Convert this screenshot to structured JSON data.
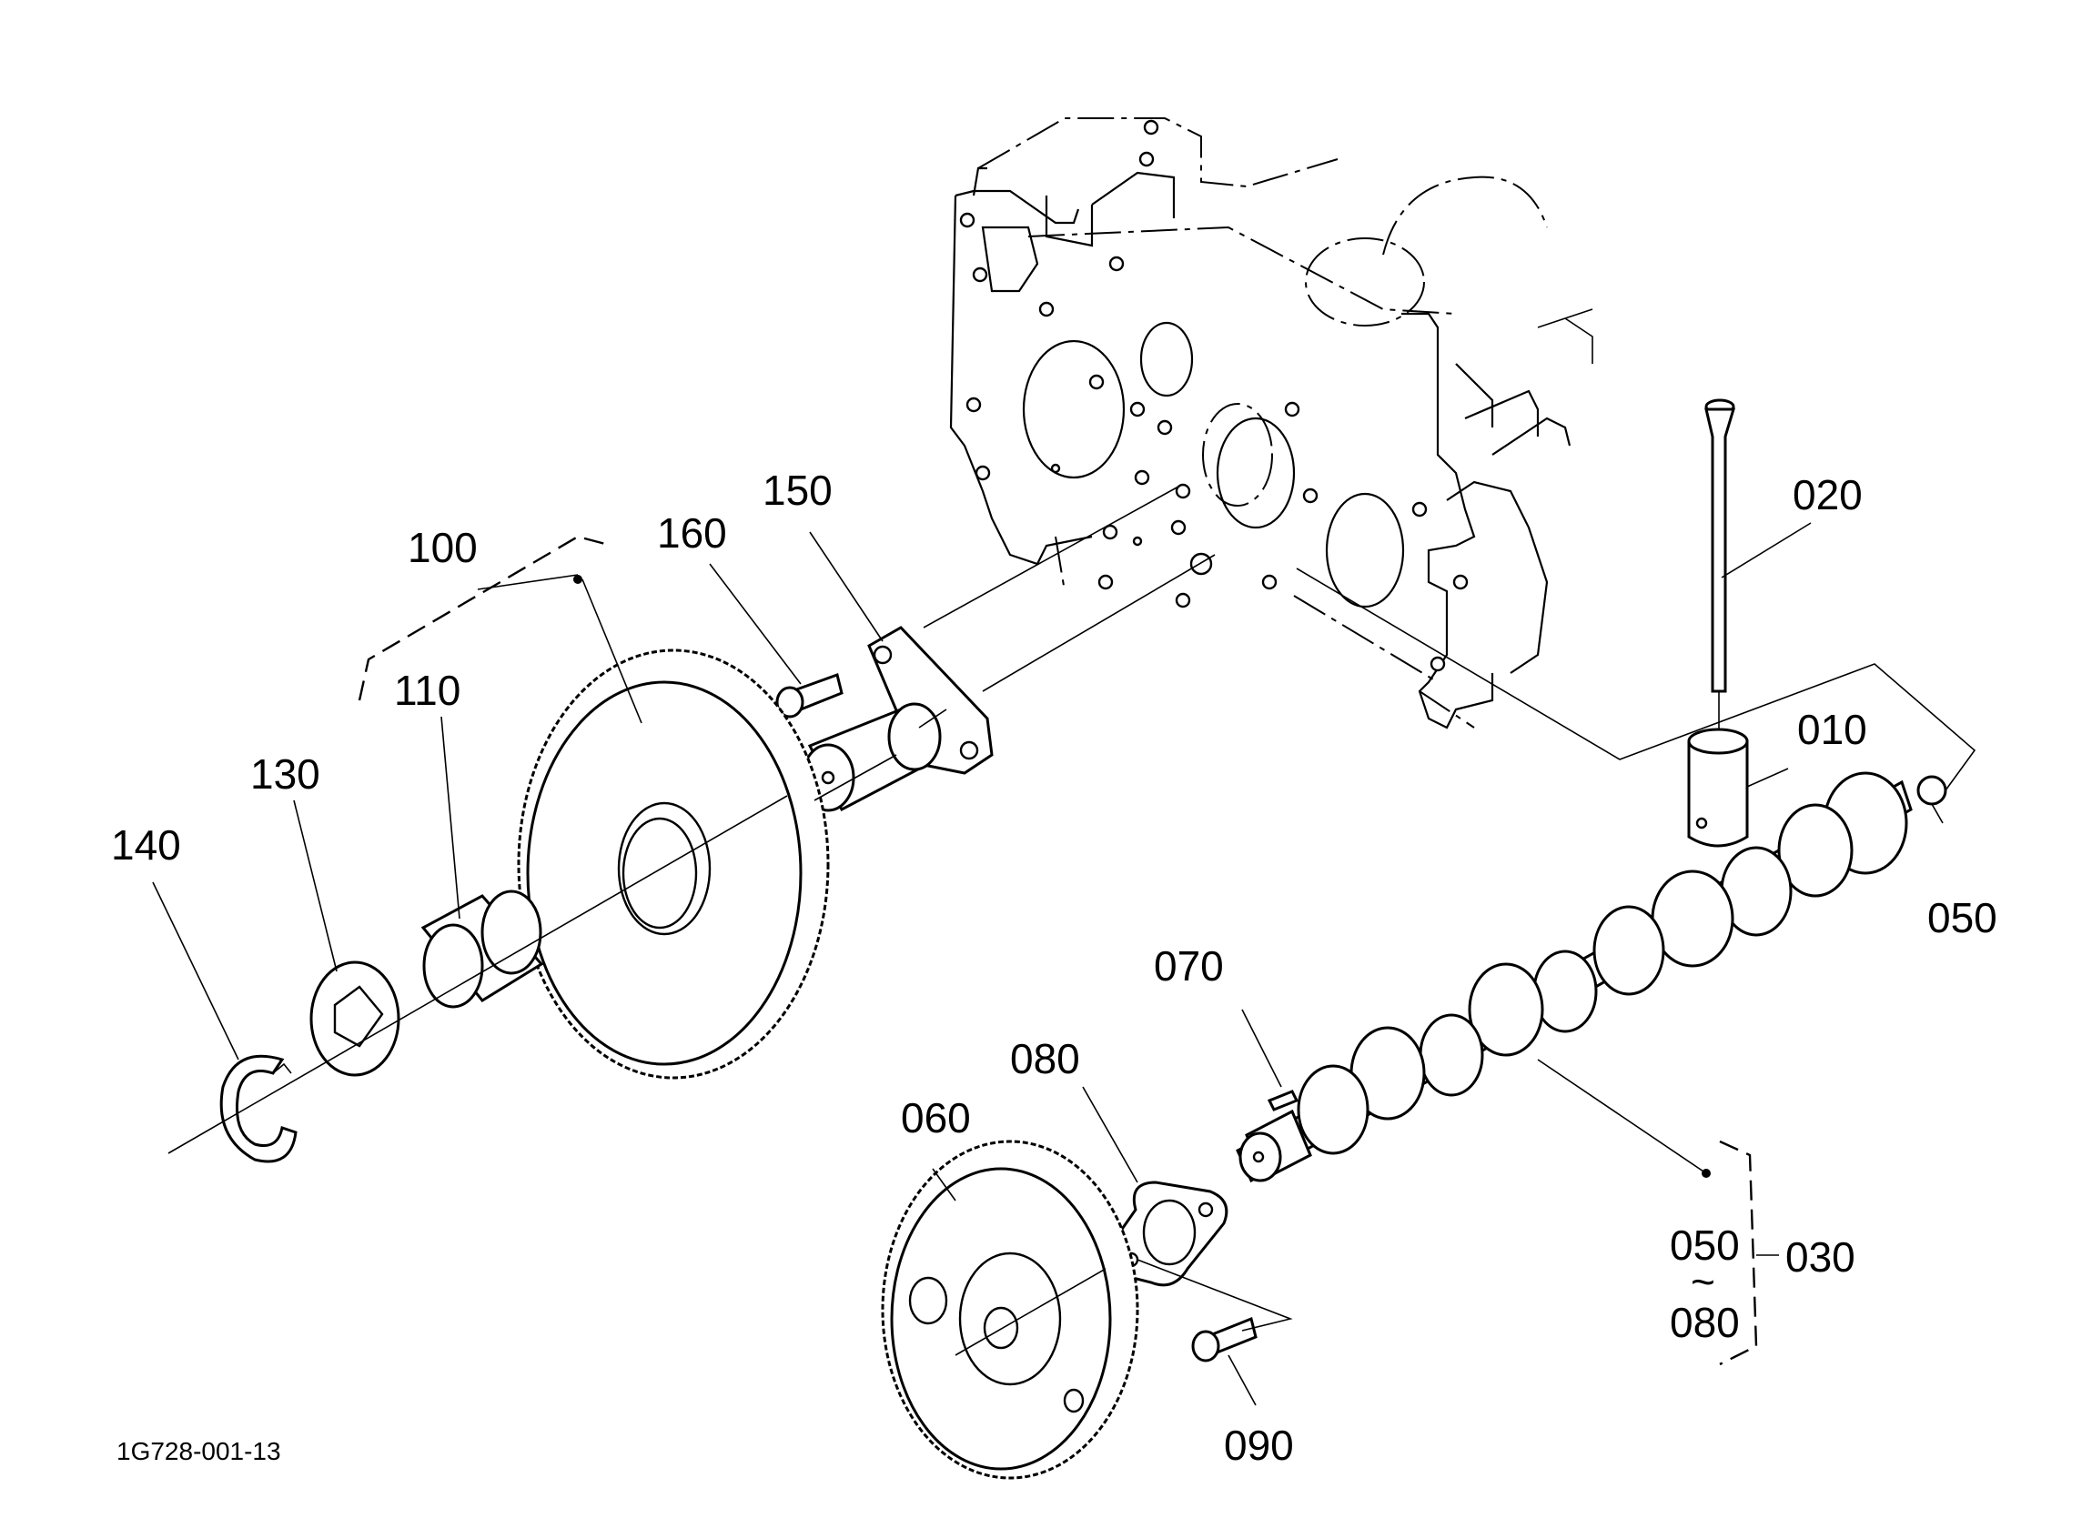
{
  "diagram_code": "1G728-001-13",
  "labels": {
    "p010": "010",
    "p020": "020",
    "p030": "030",
    "p050a": "050",
    "p050b": "050",
    "tilde": "~",
    "p060": "060",
    "p070": "070",
    "p080a": "080",
    "p080b": "080",
    "p090": "090",
    "p100": "100",
    "p110": "110",
    "p130": "130",
    "p140": "140",
    "p150": "150",
    "p160": "160"
  }
}
